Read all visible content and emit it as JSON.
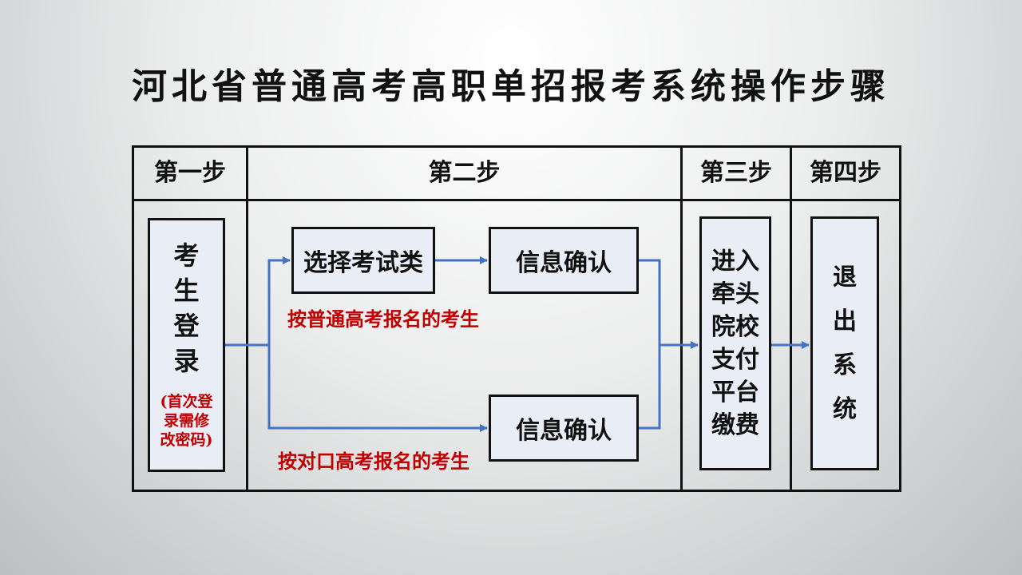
{
  "title": "河北省普通高考高职单招报考系统操作步骤",
  "headers": {
    "step1": "第一步",
    "step2": "第二步",
    "step3": "第三步",
    "step4": "第四步"
  },
  "login": {
    "lines": [
      "考",
      "生",
      "登",
      "录"
    ],
    "note_lines": [
      "(首次登",
      "录需修",
      "改密码)"
    ]
  },
  "select_exam": "选择考试类",
  "confirm_top": "信息确认",
  "confirm_bottom": "信息确认",
  "caption_top": "按普通高考报名的考生",
  "caption_bottom": "按对口高考报名的考生",
  "payment": {
    "lines": [
      "进入",
      "牵头",
      "院校",
      "支付",
      "平台",
      "缴费"
    ]
  },
  "exit": {
    "lines": [
      "退",
      "出",
      "系",
      "统"
    ]
  },
  "colors": {
    "arrow": "#4472c4",
    "caption": "#c00000",
    "box_fill": "#e9edf6"
  }
}
